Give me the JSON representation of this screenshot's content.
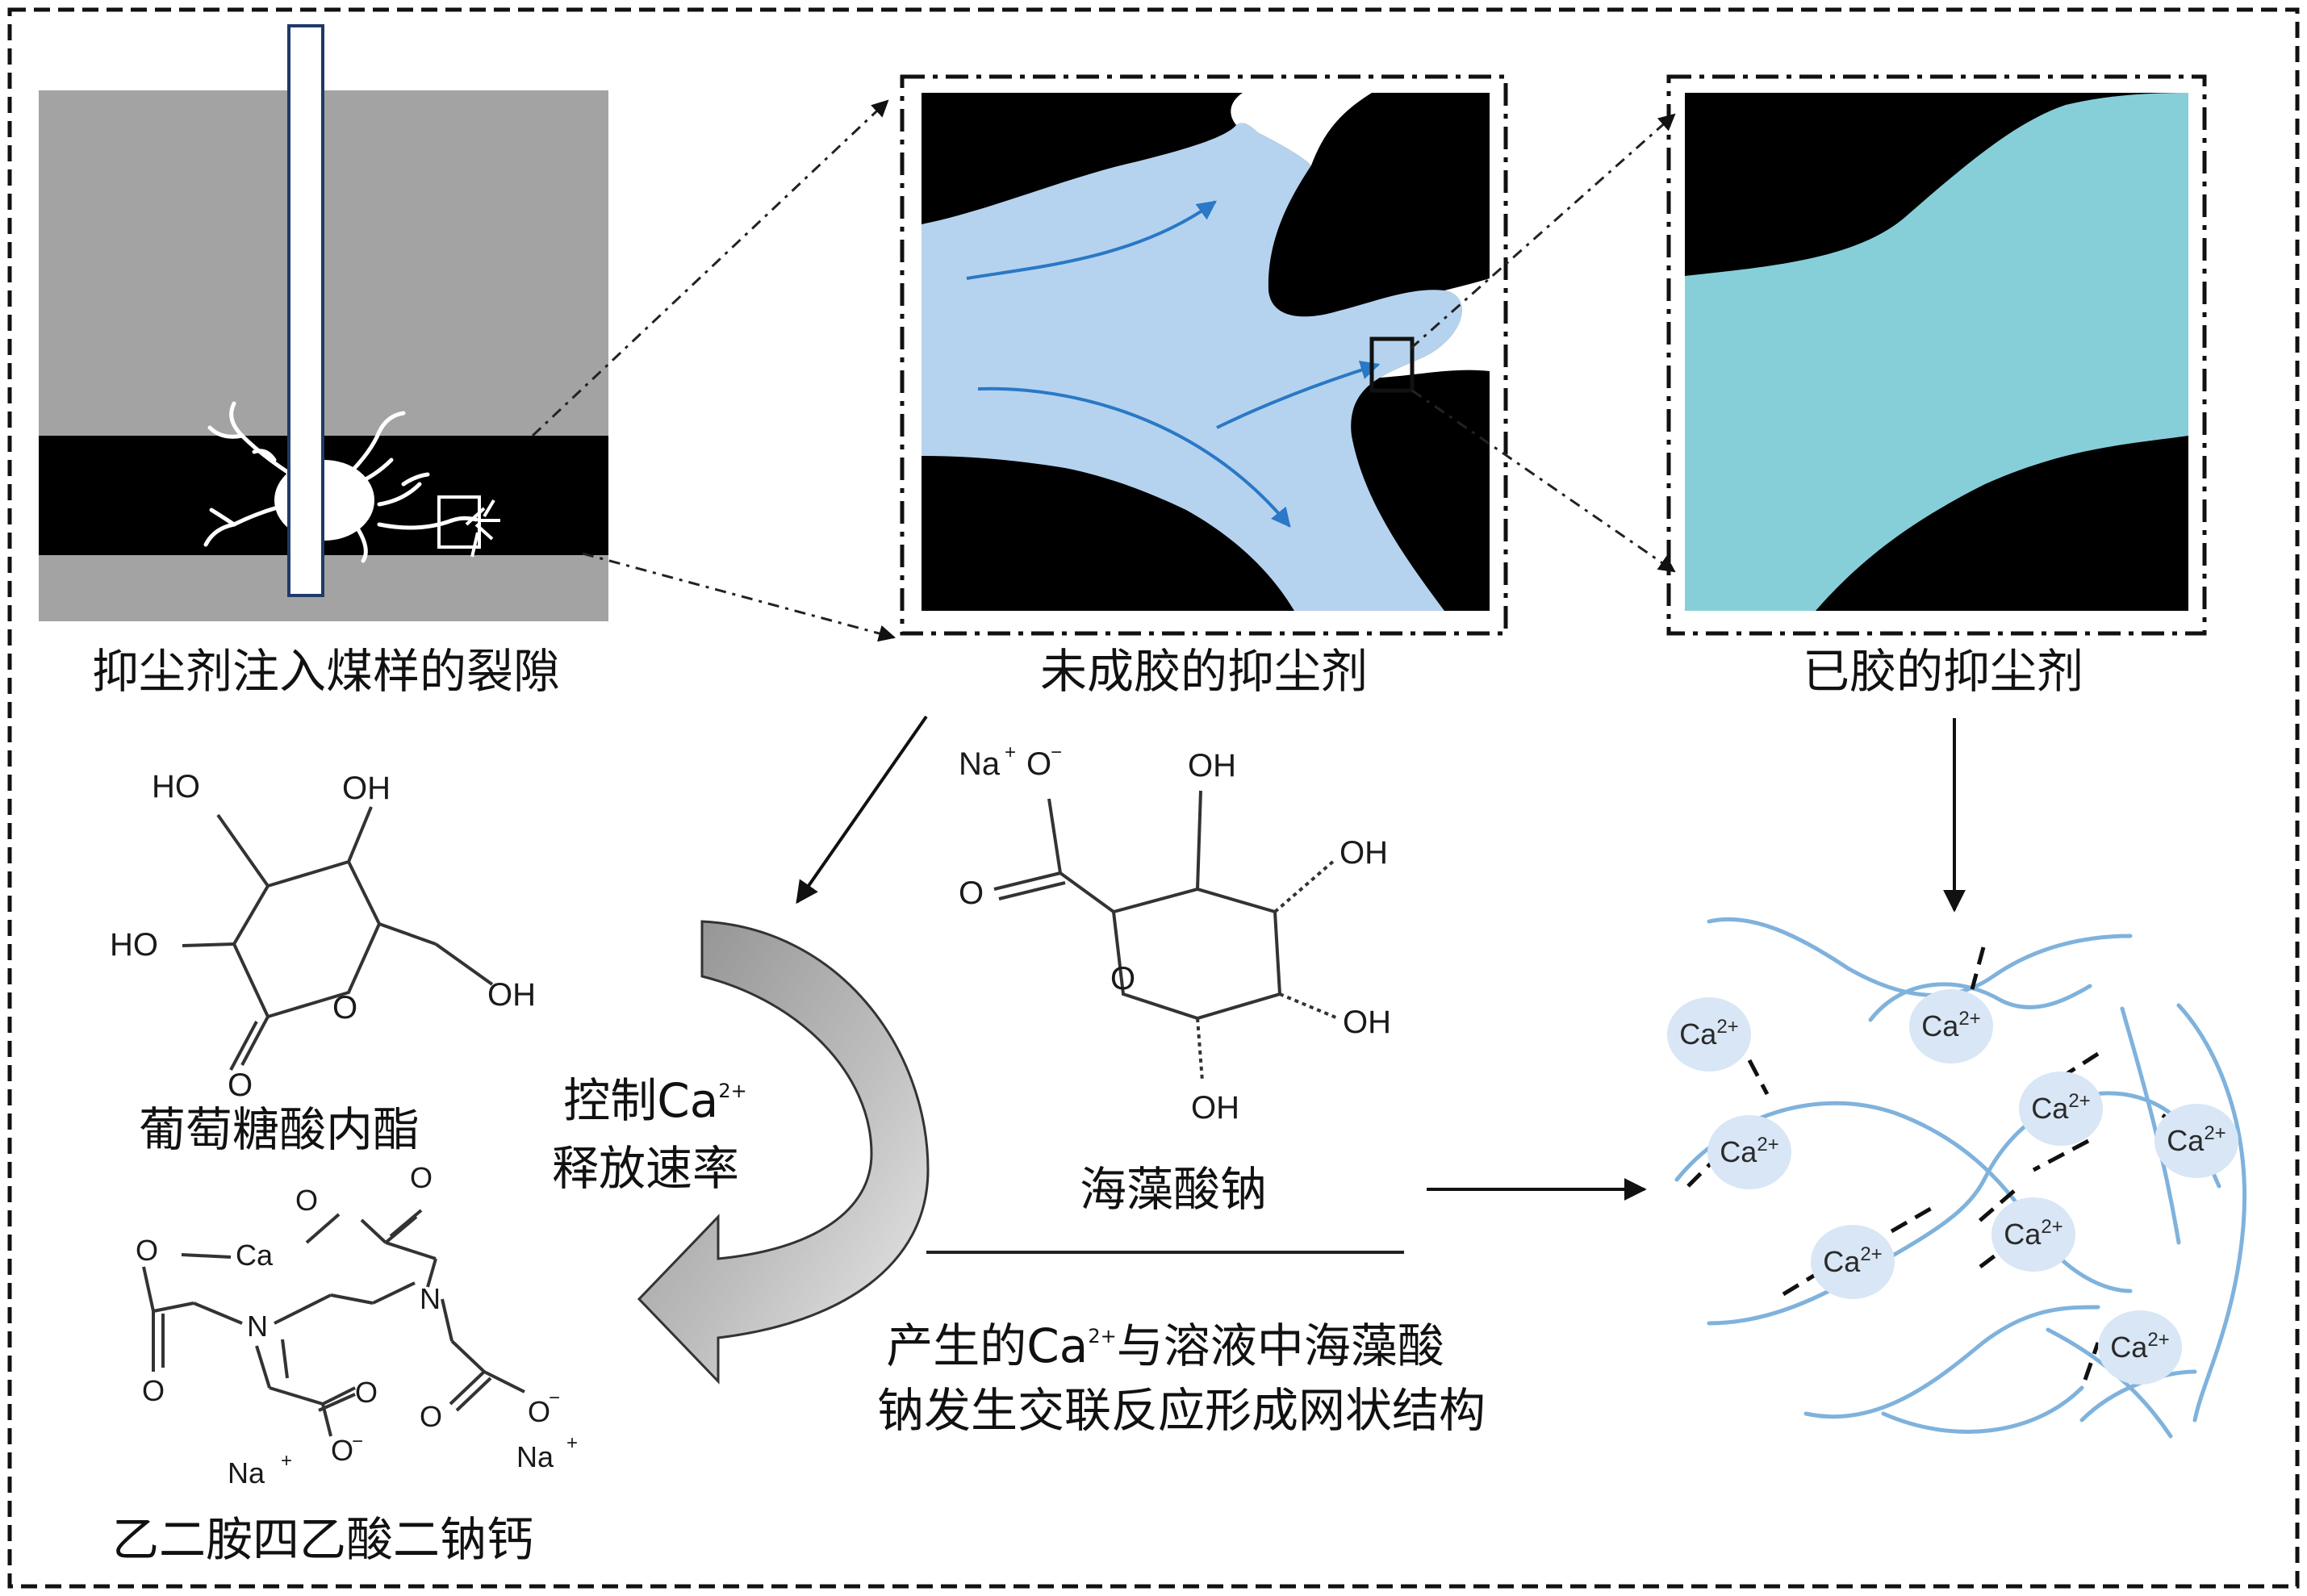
{
  "captions": {
    "injection": "抑尘剂注入煤样的裂隙",
    "ungelled": "未成胶的抑尘剂",
    "gelled": "已胶的抑尘剂",
    "gluconolactone": "葡萄糖酸内酯",
    "edta": "乙二胺四乙酸二钠钙",
    "alginate": "海藻酸钠"
  },
  "control_label": {
    "prefix": "控制Ca",
    "charge": "2+",
    "line2": "释放速率"
  },
  "reaction_label": {
    "prefix": "产生的Ca",
    "charge": "2+",
    "suffix": "与溶液中海藻酸",
    "line2": "钠发生交联反应形成网状结构"
  },
  "chem_labels": {
    "ho": "HO",
    "oh": "OH",
    "o": "O",
    "ca": "Ca",
    "n": "N",
    "na": "Na",
    "plus": "+",
    "minus": "−"
  },
  "calcium_ion": {
    "label": "Ca",
    "charge": "2+"
  },
  "colors": {
    "coal_gray": "#a3a3a3",
    "crack_black": "#000000",
    "ungelled_fluid": "#b5d3ef",
    "flow_arrow": "#2a78c6",
    "gel_fluid": "#86cfd9",
    "network_chain": "#7fb2dc",
    "ion_bubble": "#d8e6f5",
    "curved_arrow_dark": "#8c8c8c",
    "curved_arrow_light": "#e6e6e6"
  }
}
